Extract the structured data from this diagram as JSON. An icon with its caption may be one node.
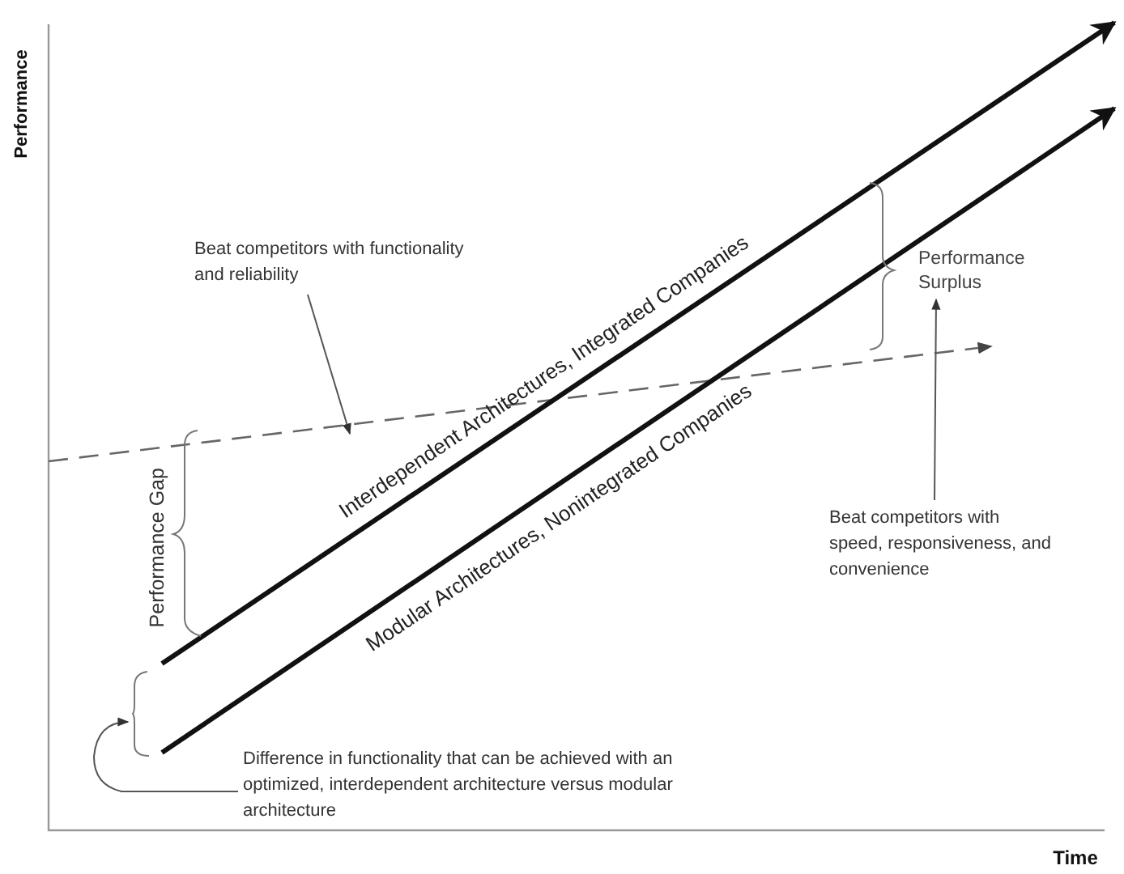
{
  "diagram": {
    "nodes": [
      {
        "text": [
          "Beat competitors with functionality and reliability"
        ]
      },
      {
        "text": [
          "Beat competitors with speed, responsiveness, and convenience"
        ]
      },
      {
        "text": [
          "Difference in functionality that can be achieved with an optimized, interdependent architecture versus modular architecture"
        ]
      },
      {
        "text": [],
        "shape": "brace"
      },
      {
        "text": [
          "Interdependent Architectures, Integrated Companies"
        ]
      },
      {
        "text": [
          "Performance Surplus"
        ]
      }
    ],
    "edges": [
      {
        "from": 0,
        "to": 4,
        "arrow": "to"
      },
      {
        "from": 1,
        "to": 5,
        "arrow": "to"
      },
      {
        "from": 2,
        "to": 3,
        "arrow": "to"
      }
    ],
    "labels": [
      "Performance",
      "Modular Architectures, Nonintegrated Companies",
      "Performance Gap",
      "Time"
    ]
  }
}
